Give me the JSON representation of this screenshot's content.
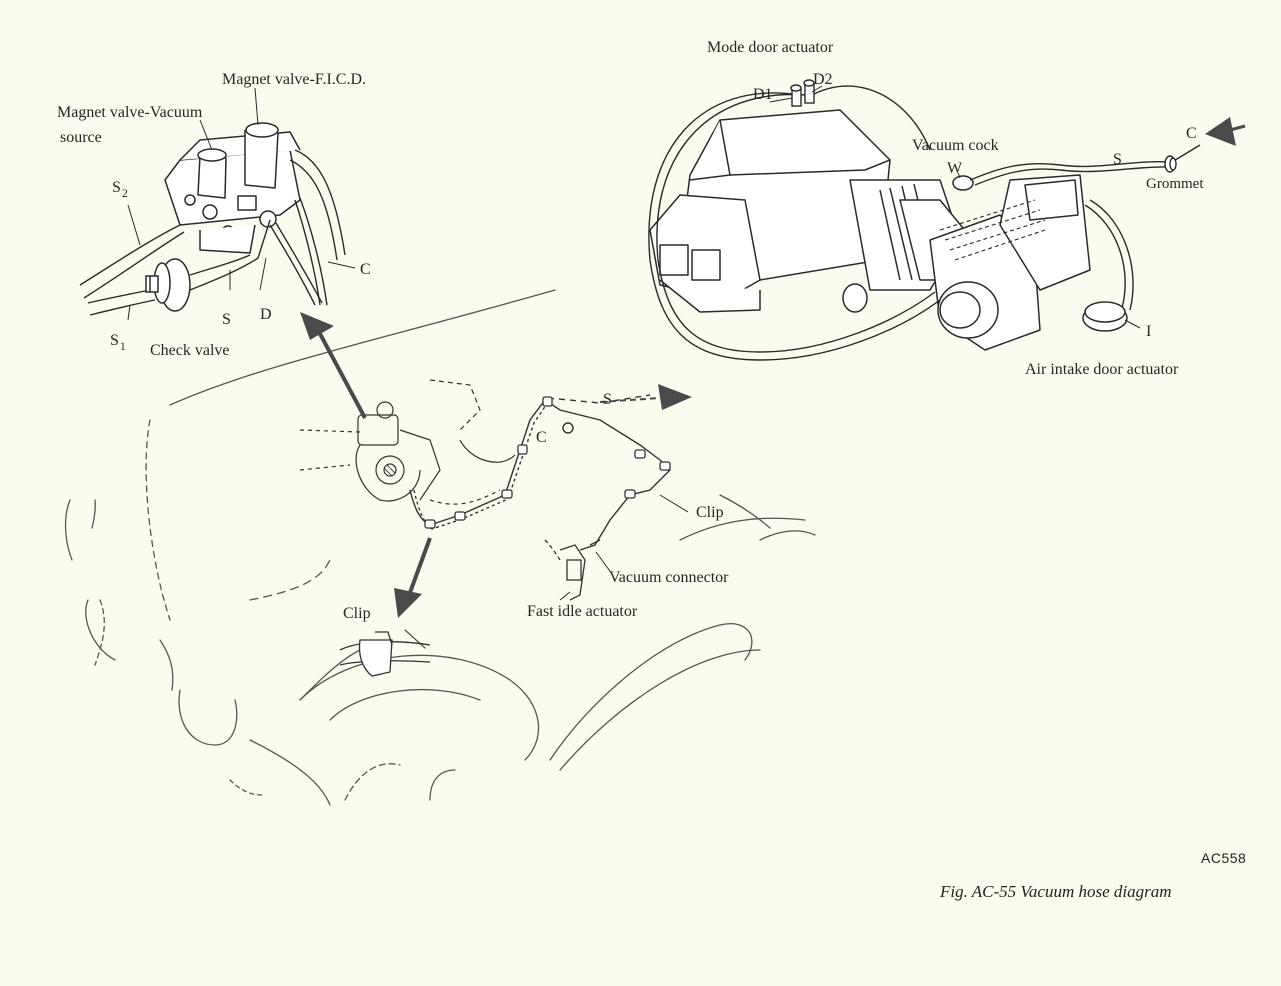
{
  "figure": {
    "code": "AC558",
    "caption": "Fig. AC-55  Vacuum hose diagram"
  },
  "labels": {
    "mode_door_actuator": "Mode door actuator",
    "d1": "D1",
    "d2": "D2",
    "vacuum_cock": "Vacuum cock",
    "w": "W",
    "c_right": "C",
    "s_right": "S",
    "grommet": "Grommet",
    "i": "I",
    "air_intake_door_actuator": "Air intake door actuator",
    "magnet_valve_ficd": "Magnet valve-F.I.C.D.",
    "magnet_valve_vacuum_line1": "Magnet valve-Vacuum",
    "magnet_valve_vacuum_line2": "source",
    "s2_letter": "S",
    "s2_sub": "2",
    "s1_letter": "S",
    "s1_sub": "1",
    "s_valve": "S",
    "d_valve": "D",
    "c_valve": "C",
    "check_valve": "Check valve",
    "s_center": "S",
    "c_center": "C",
    "clip_right": "Clip",
    "vacuum_connector": "Vacuum connector",
    "fast_idle_actuator": "Fast idle actuator",
    "clip_bottom": "Clip"
  },
  "colors": {
    "ink": "#2a2a2a",
    "paper": "#fbfbef",
    "arrow": "#4a4a4a"
  }
}
